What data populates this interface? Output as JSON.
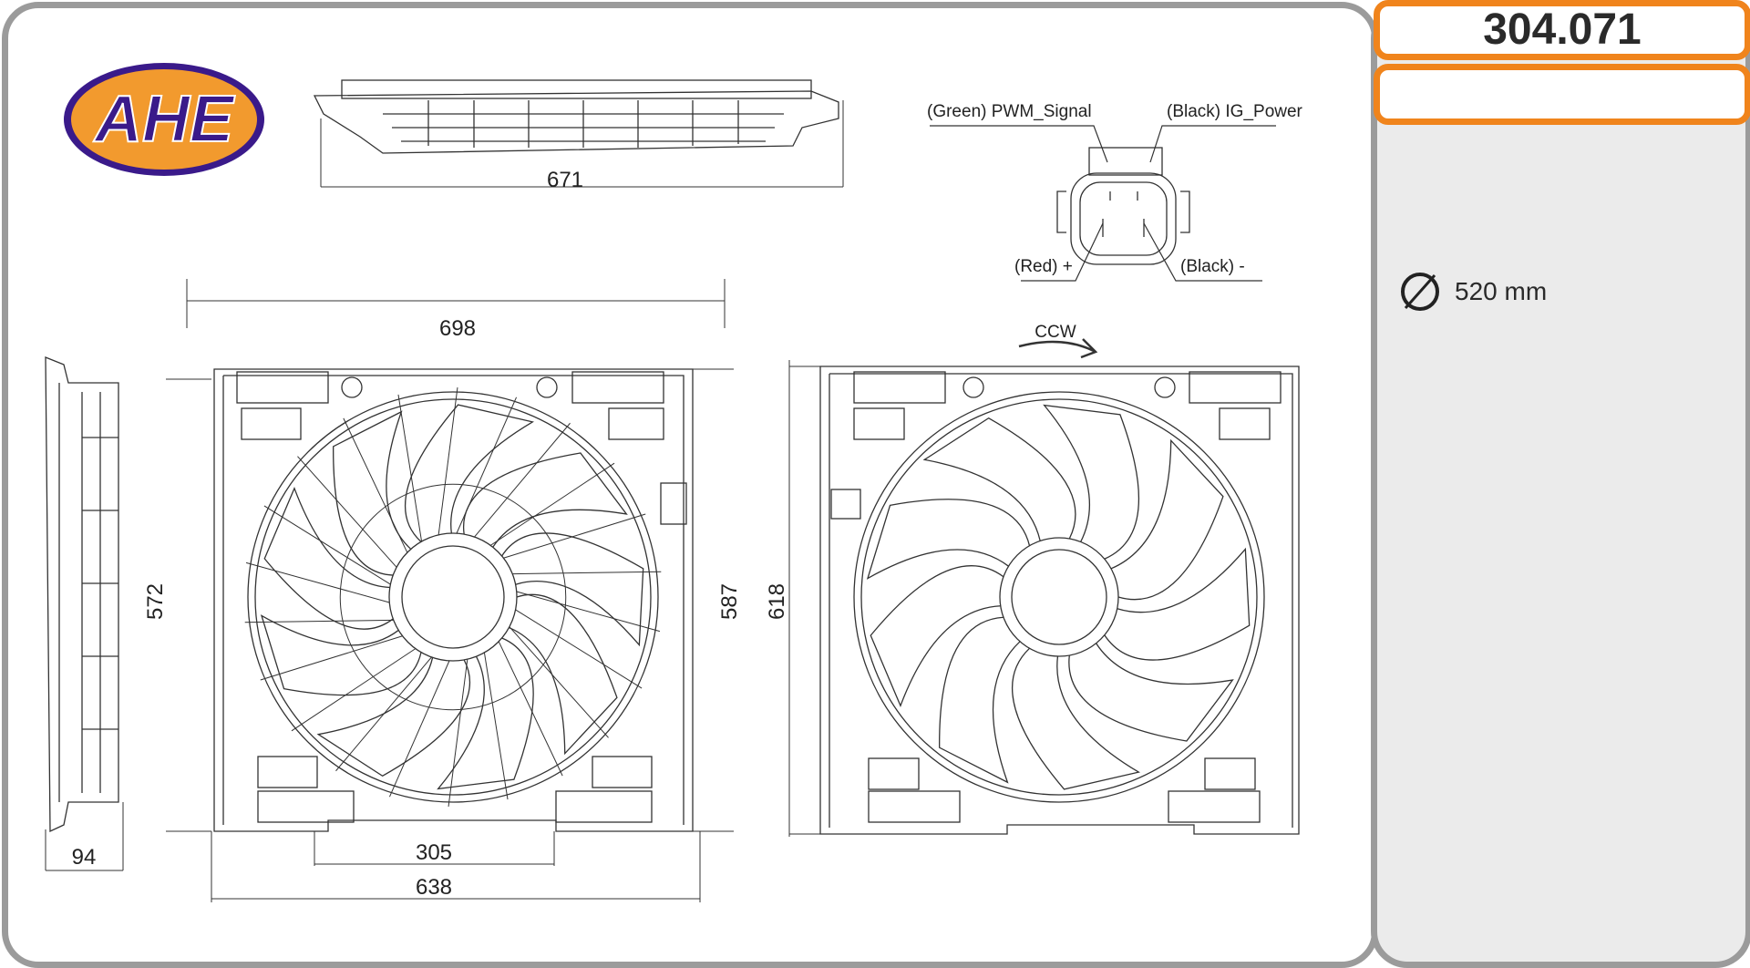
{
  "brand": {
    "logo_text": "AHE",
    "colors": {
      "ellipse": "#f29a2e",
      "text": "#3a1a8a"
    }
  },
  "part_number": "304.071",
  "spec": {
    "diameter_icon": "diameter-icon",
    "diameter": "520 mm"
  },
  "connector": {
    "pin_pwm": "(Green) PWM_Signal",
    "pin_ig": "(Black) IG_Power",
    "pin_plus": "(Red) +",
    "pin_minus": "(Black) -"
  },
  "dimensions": {
    "top_width": "671",
    "front_width": "698",
    "front_height_left": "572",
    "front_height_right": "587",
    "bottom_inner": "305",
    "bottom_width": "638",
    "side_depth": "94",
    "rear_height": "618"
  },
  "rotation": "CCW",
  "colors": {
    "accent": "#f0841c",
    "frame": "#9b9b9b",
    "panel": "#ebebeb"
  }
}
